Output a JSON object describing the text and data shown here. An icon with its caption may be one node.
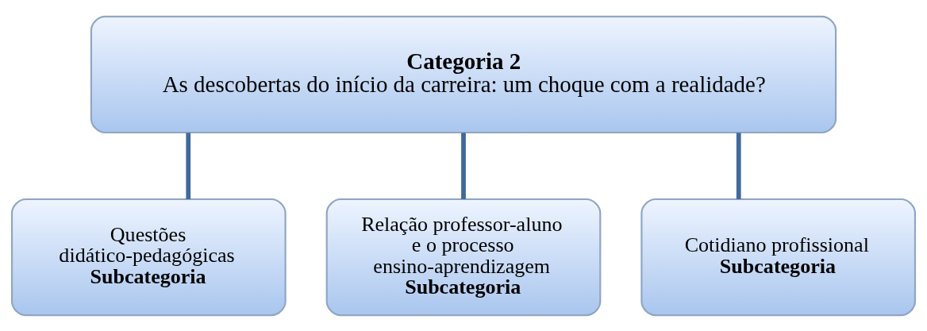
{
  "diagram": {
    "nodes": [
      {
        "text": [
          "Categoria 2",
          "As descobertas do início da carreira: um choque com a realidade?"
        ]
      },
      {
        "text": [
          "Questões didático-pedagógicas",
          "Subcategoria"
        ]
      },
      {
        "text": [
          "Relação professor-aluno e o processo ensino-aprendizagem",
          "Subcategoria"
        ]
      },
      {
        "text": [
          "Cotidiano profissional",
          "Subcategoria"
        ]
      }
    ],
    "edges": [
      {
        "from": 0,
        "to": 1,
        "arrow": "none"
      },
      {
        "from": 0,
        "to": 2,
        "arrow": "none"
      },
      {
        "from": 0,
        "to": 3,
        "arrow": "none"
      }
    ]
  }
}
